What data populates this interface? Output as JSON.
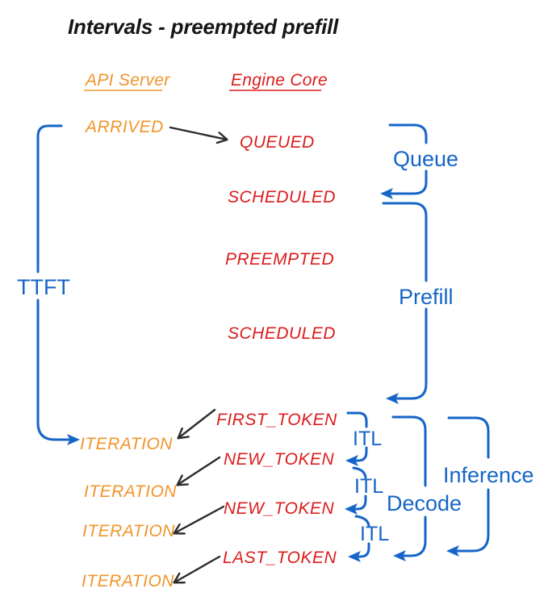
{
  "title": "Intervals - preempted prefill",
  "colors": {
    "blue": "#1565C8",
    "orange": "#F0952B",
    "red": "#DC1C1C",
    "ink": "#2B2B2B"
  },
  "columns": {
    "api_server": "API Server",
    "engine_core": "Engine Core"
  },
  "api_events": [
    "ARRIVED",
    "ITERATION",
    "ITERATION",
    "ITERATION",
    "ITERATION"
  ],
  "engine_events": [
    "QUEUED",
    "SCHEDULED",
    "PREEMPTED",
    "SCHEDULED",
    "FIRST_TOKEN",
    "NEW_TOKEN",
    "NEW_TOKEN",
    "LAST_TOKEN"
  ],
  "intervals": {
    "ttft": "TTFT",
    "queue": "Queue",
    "prefill": "Prefill",
    "itl": "ITL",
    "decode": "Decode",
    "inference": "Inference"
  }
}
